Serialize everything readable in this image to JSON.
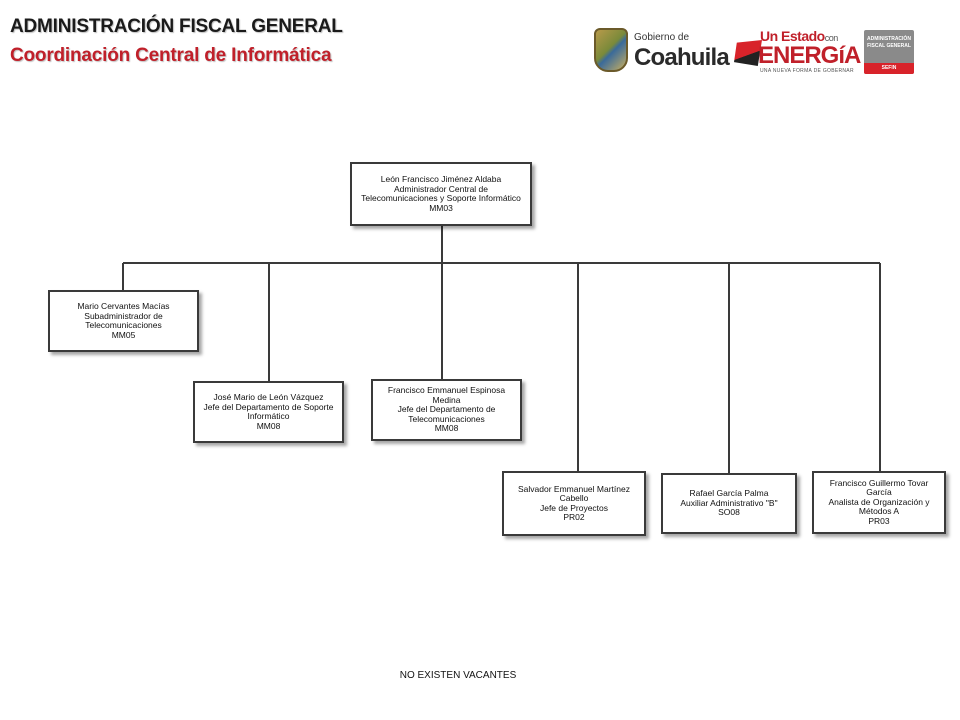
{
  "header": {
    "title": "ADMINISTRACIÓN FISCAL GENERAL",
    "subtitle": "Coordinación Central de Informática"
  },
  "logos": {
    "coahuila": {
      "top": "Gobierno de",
      "main": "Coahuila",
      "icon": "coahuila-shield-icon"
    },
    "energia": {
      "top": "Un Estado",
      "top_small": "con",
      "main": "ENERGíA",
      "tagline": "UNA NUEVA FORMA DE GOBERNAR",
      "icon": "energia-flag-icon"
    },
    "sefin": {
      "text": "ADMINISTRACIÓN FISCAL GENERAL",
      "bar": "SEFIN"
    }
  },
  "colors": {
    "accent_red": "#c0202a",
    "box_border": "#3a3a3a",
    "connector": "#3a3a3a"
  },
  "org": {
    "root": {
      "name": "León Francisco Jiménez Aldaba",
      "title_line1": "Administrador Central de",
      "title_line2": "Telecomunicaciones y Soporte Informático",
      "code": "MM03"
    },
    "children": [
      {
        "name": "Mario Cervantes Macías",
        "title_line1": "Subadministrador de",
        "title_line2": "Telecomunicaciones",
        "code": "MM05"
      },
      {
        "name": "José Mario de León Vázquez",
        "title_line1": "Jefe del Departamento de Soporte",
        "title_line2": "Informático",
        "code": "MM08"
      },
      {
        "name_line1": "Francisco Emmanuel Espinosa",
        "name_line2": "Medina",
        "title_line1": "Jefe del Departamento de",
        "title_line2": "Telecomunicaciones",
        "code": "MM08"
      },
      {
        "name_line1": "Salvador Emmanuel Martínez",
        "name_line2": "Cabello",
        "title_line1": "Jefe de Proyectos",
        "code": "PR02"
      },
      {
        "name": "Rafael García Palma",
        "title_line1": "Auxiliar Administrativo \"B\"",
        "code": "SO08"
      },
      {
        "name_line1": "Francisco Guillermo Tovar",
        "name_line2": "García",
        "title_line1": "Analista de Organización y",
        "title_line2": "Métodos A",
        "code": "PR03"
      }
    ]
  },
  "footer": {
    "note": "NO EXISTEN VACANTES"
  }
}
